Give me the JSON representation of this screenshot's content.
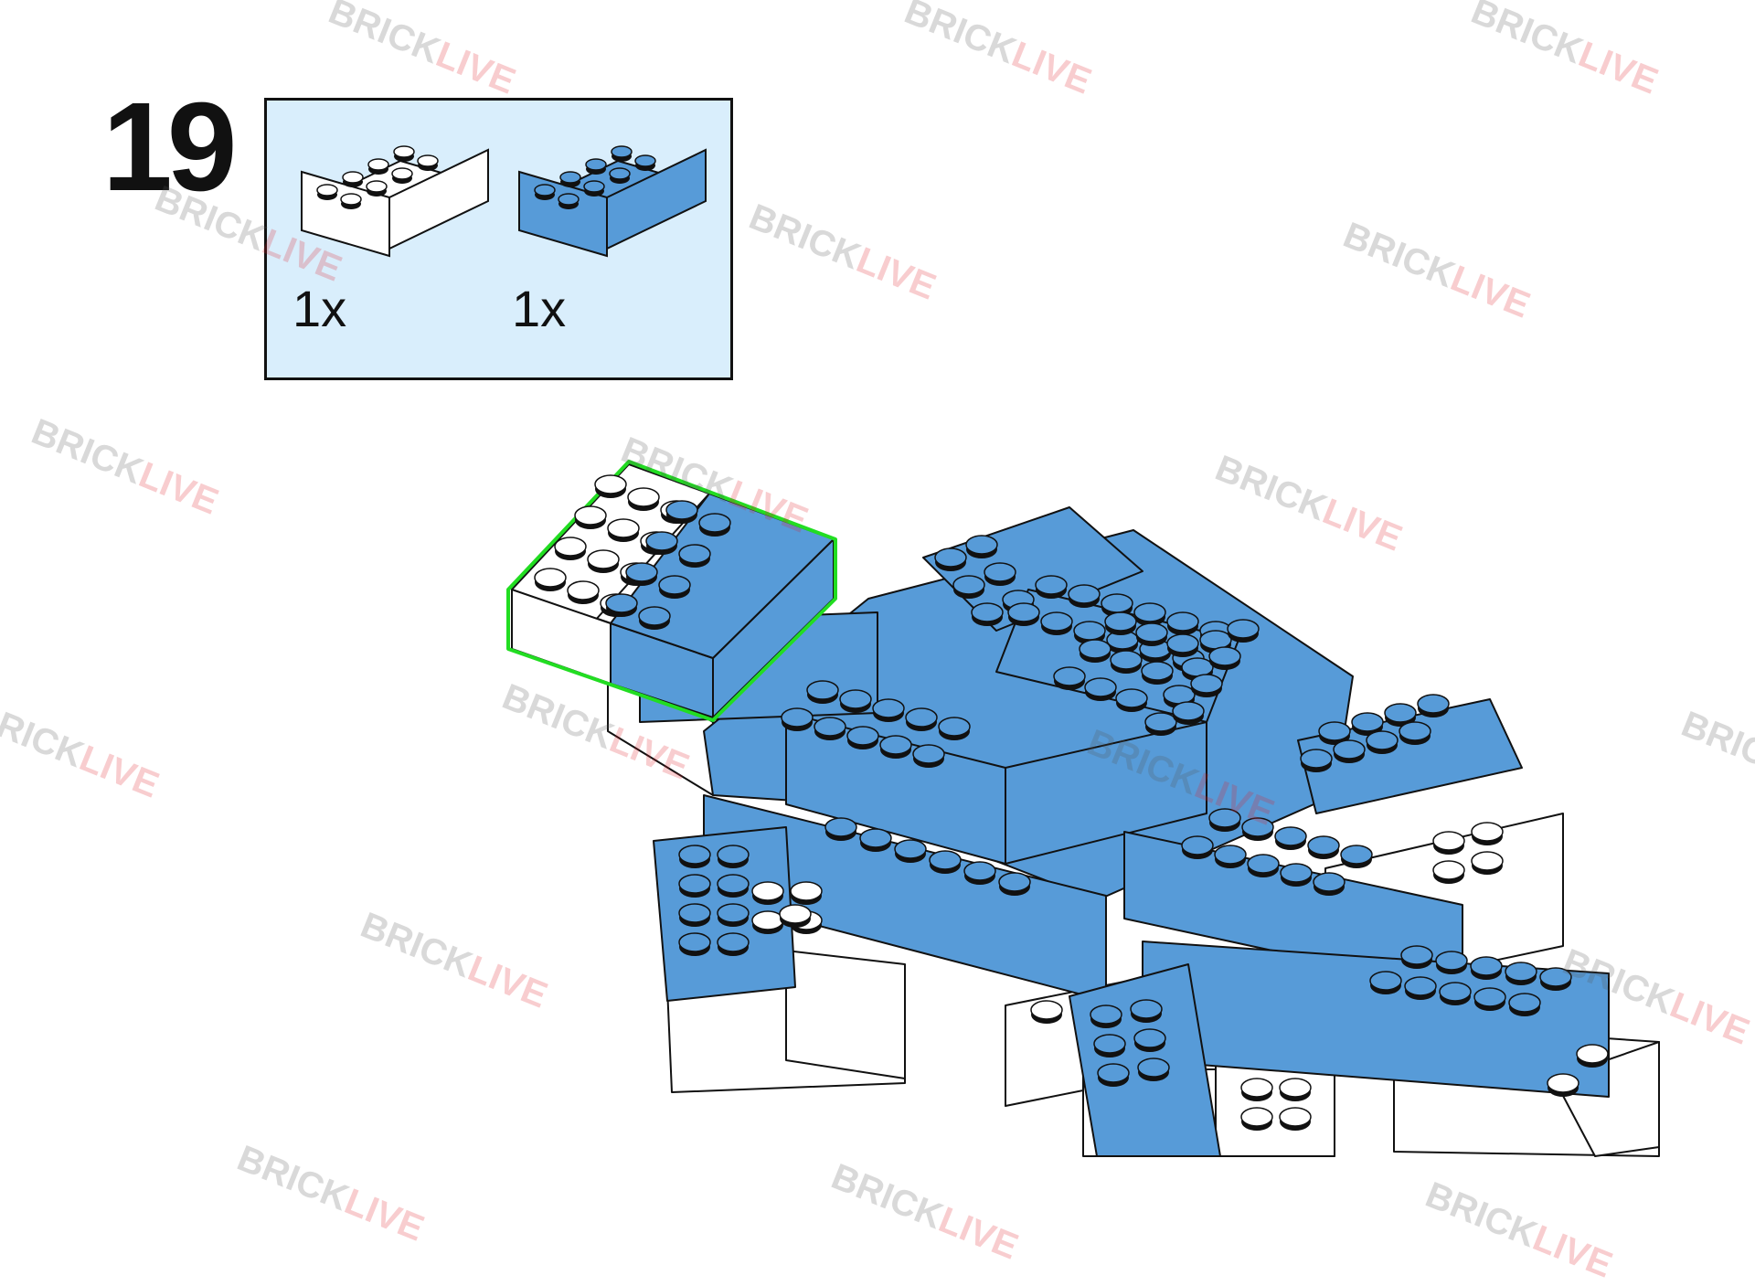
{
  "step": {
    "number": "19"
  },
  "parts": [
    {
      "qty": "1x",
      "color": "white",
      "hex": "#ffffff",
      "type": "brick 2x4"
    },
    {
      "qty": "1x",
      "color": "blue",
      "hex": "#579bd8",
      "type": "brick 2x4"
    }
  ],
  "watermark": {
    "brick": "BRICK",
    "live": "LIVE"
  },
  "colors": {
    "brick_blue": "#579bd8",
    "brick_white": "#ffffff",
    "outline": "#111111",
    "highlight": "#22dd22",
    "parts_background": "#d9eefc",
    "watermark_red": "#e0202a"
  }
}
